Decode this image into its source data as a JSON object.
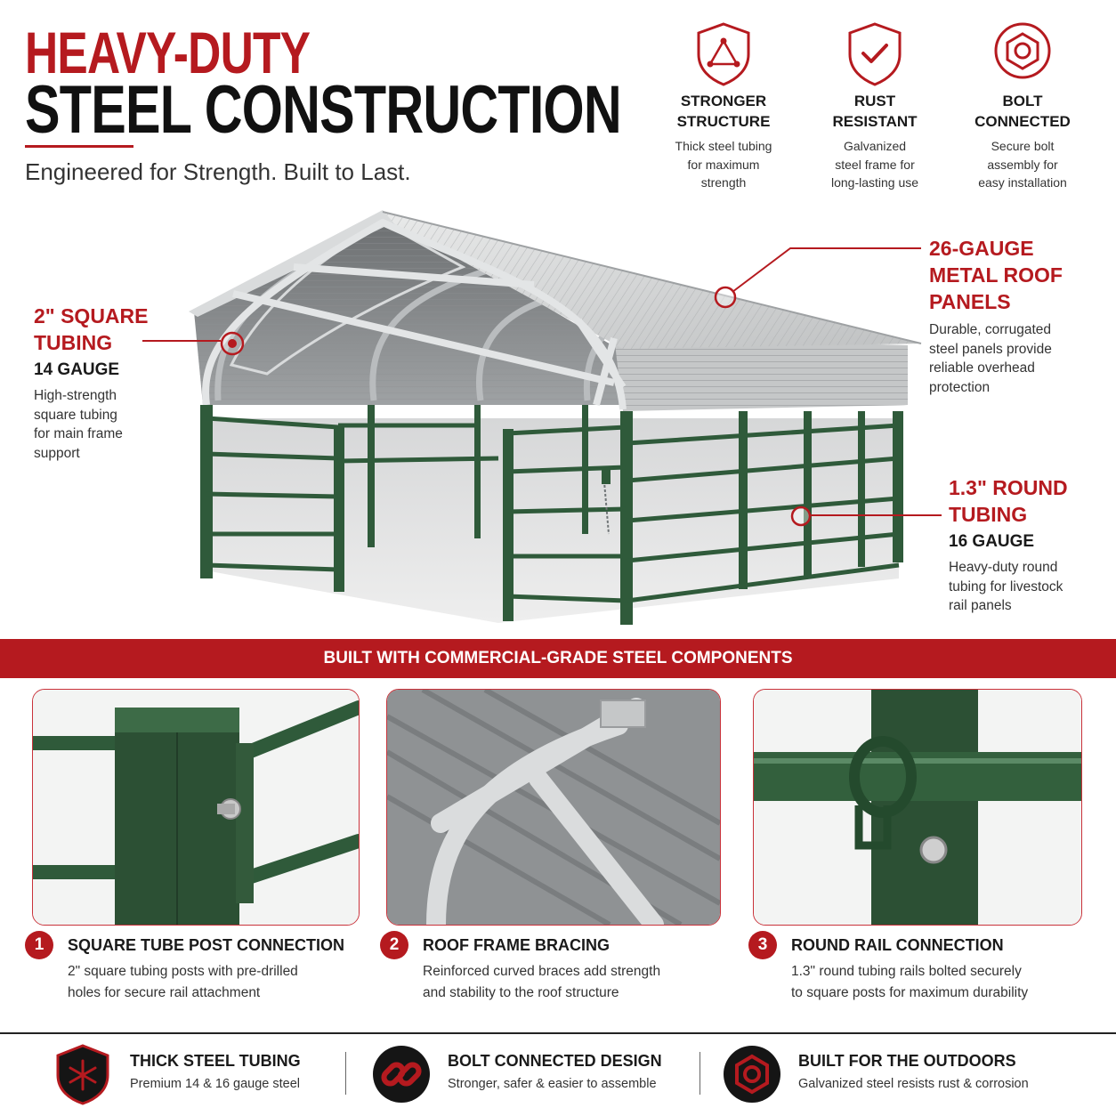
{
  "header": {
    "title_line1": "HEAVY-DUTY",
    "title_line2": "STEEL CONSTRUCTION",
    "tagline": "Engineered for Strength. Built to Last."
  },
  "features": [
    {
      "icon": "triangle-shield-icon",
      "title": [
        "STRONGER",
        "STRUCTURE"
      ],
      "desc": [
        "Thick steel tubing",
        "for maximum",
        "strength"
      ]
    },
    {
      "icon": "check-shield-icon",
      "title": [
        "RUST",
        "RESISTANT"
      ],
      "desc": [
        "Galvanized",
        "steel frame for",
        "long-lasting use"
      ]
    },
    {
      "icon": "hex-bolt-icon",
      "title": [
        "BOLT",
        "CONNECTED"
      ],
      "desc": [
        "Secure bolt",
        "assembly for",
        "easy installation"
      ]
    }
  ],
  "callouts": {
    "square": {
      "title": [
        "2\" SQUARE",
        "TUBING"
      ],
      "gauge": "14 GAUGE",
      "desc": [
        "High-strength",
        "square tubing",
        "for main frame",
        "support"
      ]
    },
    "roof": {
      "title": [
        "26-GAUGE",
        "METAL ROOF",
        "PANELS"
      ],
      "desc": [
        "Durable, corrugated",
        "steel panels provide",
        "reliable overhead",
        "protection"
      ]
    },
    "round": {
      "title": [
        "1.3\" ROUND",
        "TUBING"
      ],
      "gauge": "16 GAUGE",
      "desc": [
        "Heavy-duty round",
        "tubing for livestock",
        "rail panels"
      ]
    }
  },
  "banner": "BUILT WITH COMMERCIAL-GRADE STEEL COMPONENTS",
  "components": [
    {
      "num": "1",
      "title": "SQUARE TUBE POST CONNECTION",
      "desc": [
        "2\" square tubing posts with pre-drilled",
        "holes for secure rail attachment"
      ]
    },
    {
      "num": "2",
      "title": "ROOF FRAME BRACING",
      "desc": [
        "Reinforced curved braces add strength",
        "and stability to the roof structure"
      ]
    },
    {
      "num": "3",
      "title": "ROUND RAIL CONNECTION",
      "desc": [
        "1.3\" round tubing rails bolted securely",
        "to square posts for maximum durability"
      ]
    }
  ],
  "bottom": [
    {
      "icon": "snowflake-shield-icon",
      "title": "THICK STEEL TUBING",
      "desc": "Premium 14 & 16 gauge steel"
    },
    {
      "icon": "chain-link-icon",
      "title": "BOLT CONNECTED DESIGN",
      "desc": "Stronger, safer & easier to assemble"
    },
    {
      "icon": "hex-nut-icon",
      "title": "BUILT FOR THE OUTDOORS",
      "desc": "Galvanized steel resists rust & corrosion"
    }
  ],
  "colors": {
    "accent": "#b51a1f",
    "frame_green": "#2f5a3a",
    "roof_silver": "#c9cbcc"
  }
}
